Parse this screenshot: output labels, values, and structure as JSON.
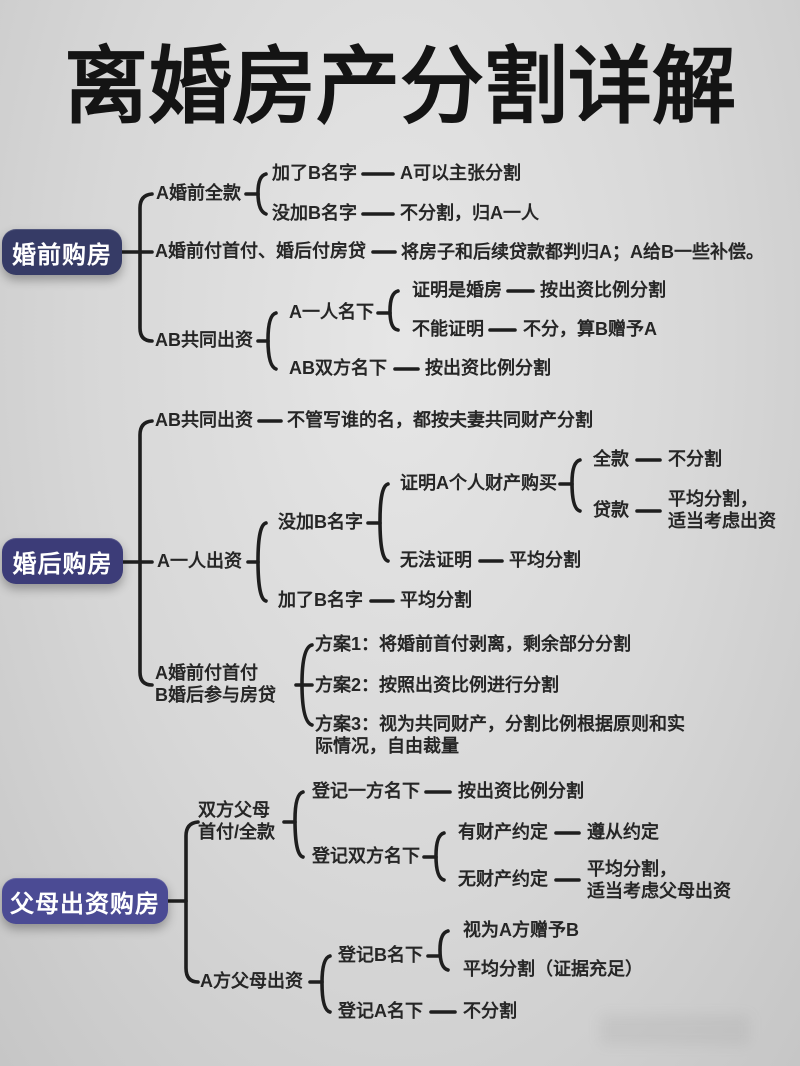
{
  "title": "离婚房产分割详解",
  "colors": {
    "background": "#d7d7d7",
    "line": "#1e1e1e",
    "text": "#262626",
    "title": "#141414",
    "box_premarital": "#363b66",
    "box_postmarital": "#3c3c78",
    "box_parents": "#4b4b94",
    "box_text": "#ffffff"
  },
  "sections": [
    {
      "label": "婚前购房",
      "children": [
        {
          "label": "A婚前全款",
          "children": [
            {
              "label": "加了B名字",
              "children": [
                {
                  "label": "A可以主张分割"
                }
              ]
            },
            {
              "label": "没加B名字",
              "children": [
                {
                  "label": "不分割，归A一人"
                }
              ]
            }
          ]
        },
        {
          "label": "A婚前付首付、婚后付房贷",
          "children": [
            {
              "label": "将房子和后续贷款都判归A；A给B一些补偿。"
            }
          ]
        },
        {
          "label": "AB共同出资",
          "children": [
            {
              "label": "A一人名下",
              "children": [
                {
                  "label": "证明是婚房",
                  "children": [
                    {
                      "label": "按出资比例分割"
                    }
                  ]
                },
                {
                  "label": "不能证明",
                  "children": [
                    {
                      "label": "不分，算B赠予A"
                    }
                  ]
                }
              ]
            },
            {
              "label": "AB双方名下",
              "children": [
                {
                  "label": "按出资比例分割"
                }
              ]
            }
          ]
        }
      ]
    },
    {
      "label": "婚后购房",
      "children": [
        {
          "label": "AB共同出资",
          "children": [
            {
              "label": "不管写谁的名，都按夫妻共同财产分割"
            }
          ]
        },
        {
          "label": "A一人出资",
          "children": [
            {
              "label": "没加B名字",
              "children": [
                {
                  "label": "证明A个人财产购买",
                  "children": [
                    {
                      "label": "全款",
                      "children": [
                        {
                          "label": "不分割"
                        }
                      ]
                    },
                    {
                      "label": "贷款",
                      "children": [
                        {
                          "label": "平均分割，\n适当考虑出资"
                        }
                      ]
                    }
                  ]
                },
                {
                  "label": "无法证明",
                  "children": [
                    {
                      "label": "平均分割"
                    }
                  ]
                }
              ]
            },
            {
              "label": "加了B名字",
              "children": [
                {
                  "label": "平均分割"
                }
              ]
            }
          ]
        },
        {
          "label": "A婚前付首付\nB婚后参与房贷",
          "children": [
            {
              "label": "方案1：将婚前首付剥离，剩余部分分割"
            },
            {
              "label": "方案2：按照出资比例进行分割"
            },
            {
              "label": "方案3：视为共同财产，分割比例根据原则和实\n际情况，自由裁量"
            }
          ]
        }
      ]
    },
    {
      "label": "父母出资购房",
      "children": [
        {
          "label": "双方父母\n首付/全款",
          "children": [
            {
              "label": "登记一方名下",
              "children": [
                {
                  "label": "按出资比例分割"
                }
              ]
            },
            {
              "label": "登记双方名下",
              "children": [
                {
                  "label": "有财产约定",
                  "children": [
                    {
                      "label": "遵从约定"
                    }
                  ]
                },
                {
                  "label": "无财产约定",
                  "children": [
                    {
                      "label": "平均分割，\n适当考虑父母出资"
                    }
                  ]
                }
              ]
            }
          ]
        },
        {
          "label": "A方父母出资",
          "children": [
            {
              "label": "登记B名下",
              "children": [
                {
                  "label": "视为A方赠予B"
                },
                {
                  "label": "平均分割（证据充足）"
                }
              ]
            },
            {
              "label": "登记A名下",
              "children": [
                {
                  "label": "不分割"
                }
              ]
            }
          ]
        }
      ]
    }
  ]
}
